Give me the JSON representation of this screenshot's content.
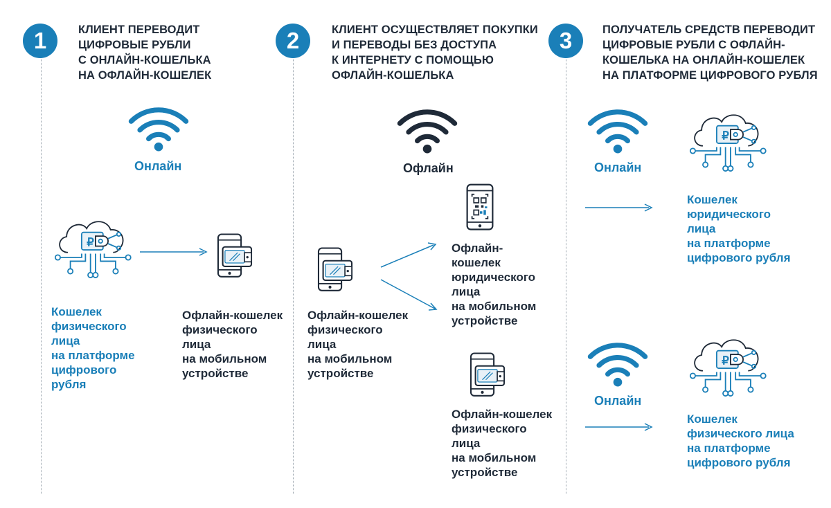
{
  "colors": {
    "accent": "#1a7fb8",
    "dark": "#1f2a38",
    "divider": "#9aa4ad"
  },
  "steps": [
    {
      "number": "1",
      "title": "Клиент переводит\nцифровые рубли\nс онлайн-кошелька\nна офлайн-кошелек"
    },
    {
      "number": "2",
      "title": "Клиент осуществляет покупки\nи переводы без доступа\nк интернету с помощью\nофлайн-кошелька"
    },
    {
      "number": "3",
      "title": "Получатель средств переводит\nцифровые рубли с офлайн-\nкошелька на онлайн-кошелек\nна платформе цифрового рубля"
    }
  ],
  "col1": {
    "wifi_label": "Онлайн",
    "source_label": "Кошелек\nфизического\nлица\nна платформе\nцифрового\nрубля",
    "target_label": "Офлайн-кошелек\nфизического\nлица\nна мобильном\nустройстве"
  },
  "col2": {
    "wifi_label": "Офлайн",
    "source_label": "Офлайн-кошелек\nфизического\nлица\nна мобильном\nустройстве",
    "target_top_label": "Офлайн-\nкошелек\nюридического\nлица\nна мобильном\nустройстве",
    "target_bottom_label": "Офлайн-кошелек\nфизического\nлица\nна мобильном\nустройстве"
  },
  "col3": {
    "wifi_top_label": "Онлайн",
    "wifi_bottom_label": "Онлайн",
    "target_top_label": "Кошелек\nюридического\nлица\nна платформе\nцифрового рубля",
    "target_bottom_label": "Кошелек\nфизического лица\nна платформе\nцифрового рубля"
  },
  "icons": {
    "wifi": "wifi-icon",
    "cloud_wallet": "cloud-wallet-icon",
    "phone_wallet": "phone-wallet-icon",
    "phone_qr": "phone-qr-icon",
    "arrow": "arrow-right-icon"
  }
}
